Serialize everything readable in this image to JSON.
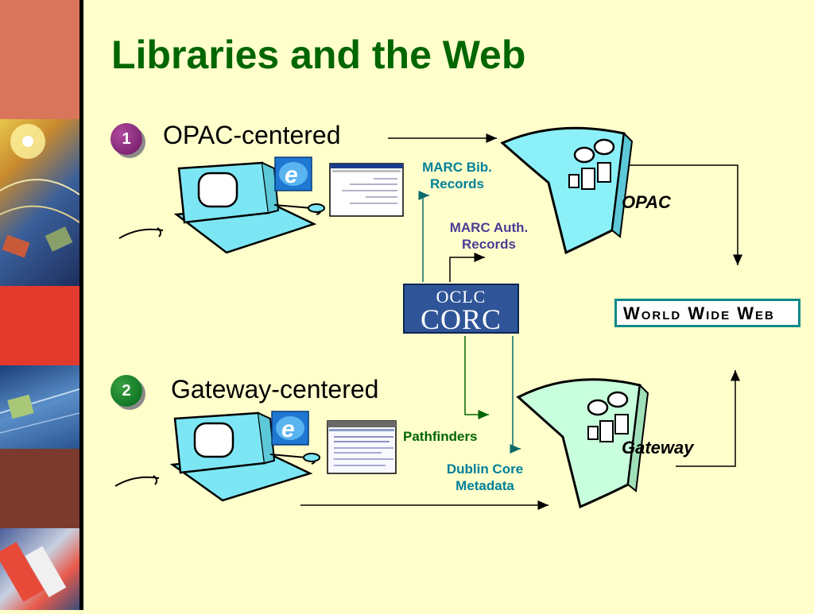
{
  "title": "Libraries and the Web",
  "section1": {
    "number": "1",
    "heading": "OPAC-centered"
  },
  "section2": {
    "number": "2",
    "heading": "Gateway-centered"
  },
  "labels": {
    "marc_bib_line1": "MARC Bib.",
    "marc_bib_line2": "Records",
    "marc_auth_line1": "MARC Auth.",
    "marc_auth_line2": "Records",
    "pathfinders": "Pathfinders",
    "dublin_core_line1": "Dublin Core",
    "dublin_core_line2": "Metadata",
    "opac": "OPAC",
    "gateway": "Gateway"
  },
  "oclc_logo": {
    "line1": "OCLC",
    "line2": "CORC"
  },
  "www_banner": "World Wide Web",
  "colors": {
    "title": "#006600",
    "badge1": "#7A1E6E",
    "badge2": "#007A1E",
    "marc_label": "#00809A",
    "auth_label": "#4A3C96",
    "pathfinders_label": "#006600",
    "dublin_label": "#00809A",
    "opac_server": "#8CF0F8",
    "gateway_server": "#C8FFDC"
  },
  "icons": [
    "internet-explorer-icon",
    "computer-clipart",
    "server-clipart",
    "browser-screenshot-thumbnail"
  ]
}
